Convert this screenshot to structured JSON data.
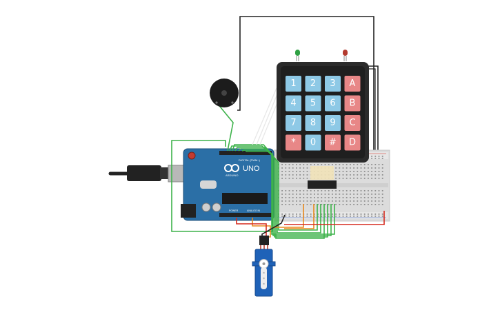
{
  "board": {
    "model_label": "UNO",
    "brand_label": "ARDUINO",
    "power_label": "POWER",
    "analog_label": "ANALOG IN",
    "digital_label": "DIGITAL (PWM~)"
  },
  "keypad": {
    "rows": [
      [
        "1",
        "2",
        "3",
        "A"
      ],
      [
        "4",
        "5",
        "6",
        "B"
      ],
      [
        "7",
        "8",
        "9",
        "C"
      ],
      [
        "*",
        "0",
        "#",
        "D"
      ]
    ],
    "number_key_color": "#8ec9e6",
    "letter_key_color": "#e88787"
  },
  "leds": {
    "left_color": "#2ea043",
    "right_color": "#b33a2e"
  },
  "wire_colors": {
    "green": "#3db24a",
    "orange": "#e8891d",
    "red": "#d62a1f",
    "black": "#222222",
    "white": "#e8e8e8"
  }
}
